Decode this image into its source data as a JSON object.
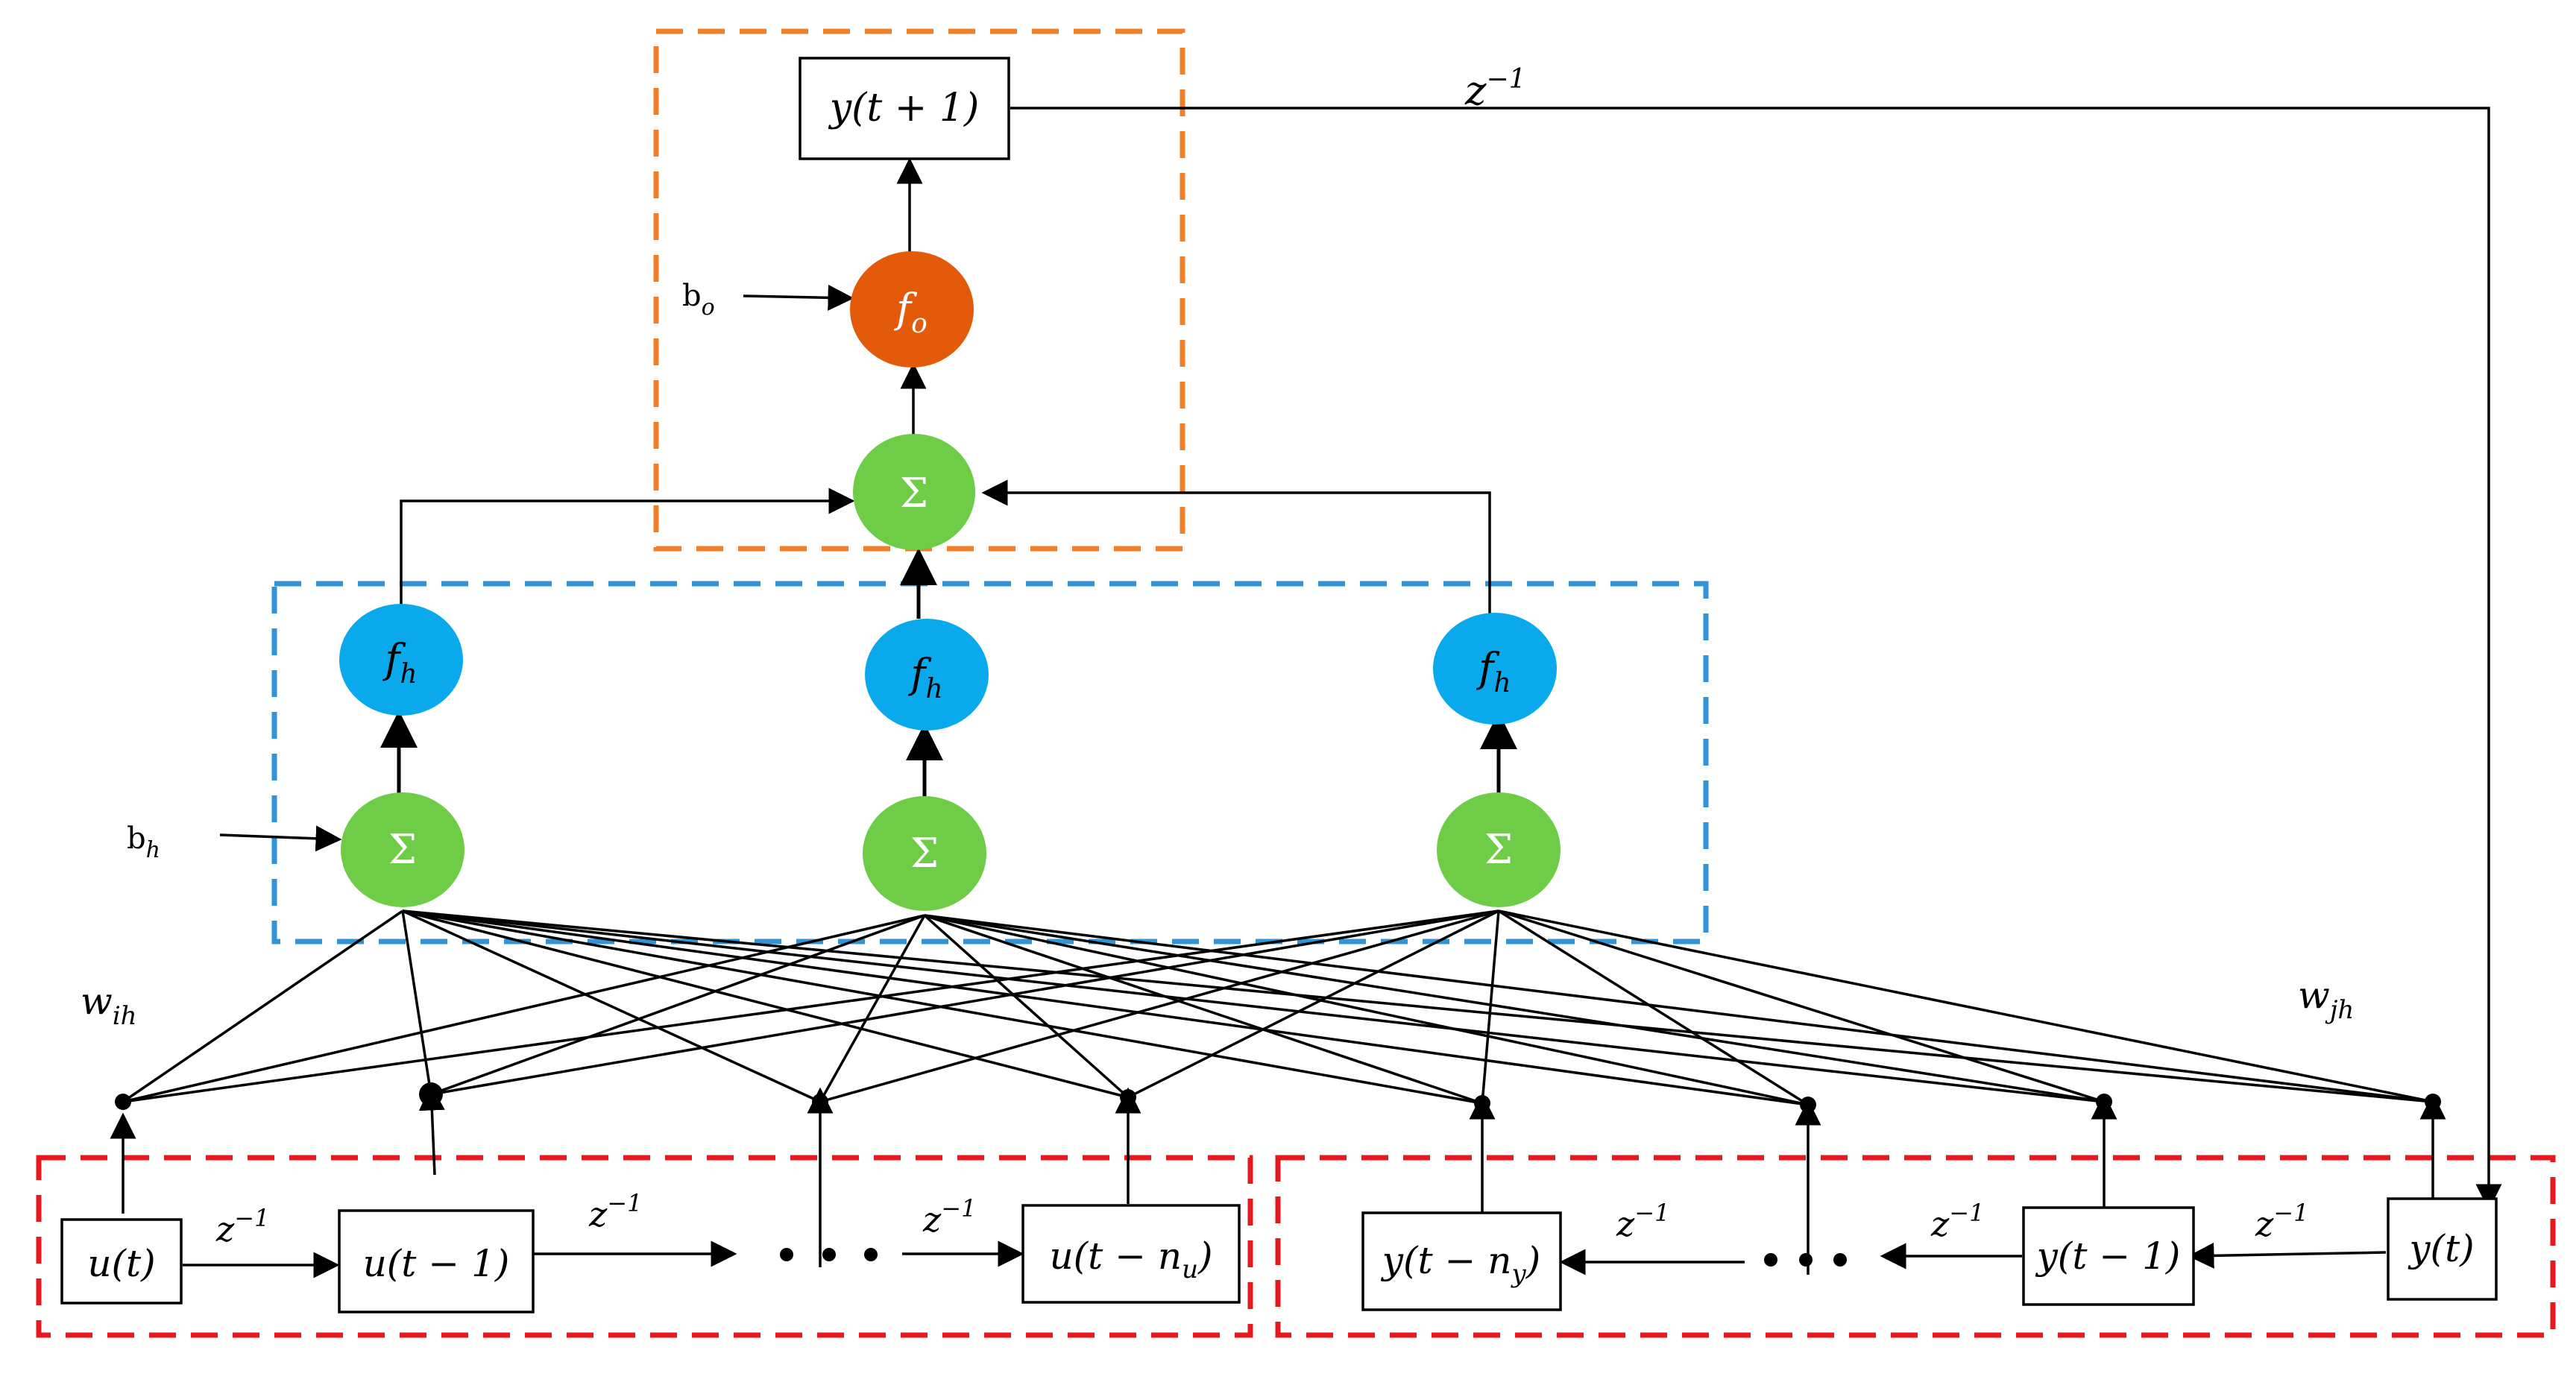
{
  "colors": {
    "output_box": "#f07f2a",
    "hidden_box": "#2f95d6",
    "input_box": "#e8191e",
    "sum_node": "#6ecc47",
    "hidden_node": "#09a9ec",
    "output_node": "#e35a0a",
    "line": "#000000"
  },
  "output": {
    "box_label": "y(t + 1)",
    "output_node": "f_o",
    "output_bias": "b_o",
    "sum_node": "Σ",
    "feedback_delay": "z^-1"
  },
  "hidden": {
    "nodes": [
      "f_h",
      "f_h",
      "f_h"
    ],
    "sums": [
      "Σ",
      "Σ",
      "Σ"
    ],
    "bias": "b_h"
  },
  "weights": {
    "input": "w_ih",
    "feedback": "w_jh"
  },
  "inputs": {
    "u_boxes": [
      "u(t)",
      "u(t − 1)",
      "u(t − n_u)"
    ],
    "y_boxes": [
      "y(t − n_y)",
      "y(t − 1)",
      "y(t)"
    ],
    "delay": "z^-1",
    "ellipsis": "• • •"
  }
}
